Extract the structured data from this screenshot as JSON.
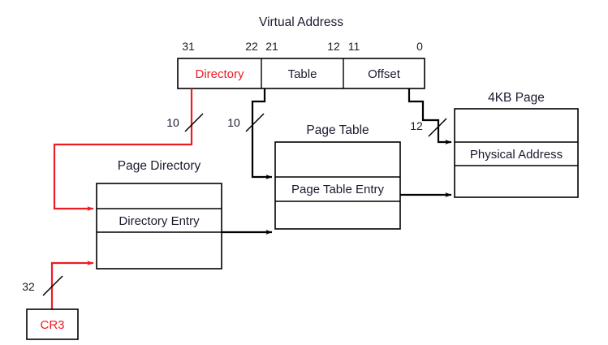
{
  "diagram": {
    "title": "Virtual Address",
    "colors": {
      "accent_red": "#ed1c24",
      "line_black": "#000000",
      "text": "#1a1a2e",
      "background": "#ffffff"
    },
    "virtual_address": {
      "title": "Virtual Address",
      "bit_labels": [
        "31",
        "22",
        "21",
        "12",
        "11",
        "0"
      ],
      "fields": [
        {
          "label": "Directory",
          "color": "#ed1c24",
          "bits_high": "31",
          "bits_low": "22"
        },
        {
          "label": "Table",
          "color": "#1a1a2e",
          "bits_high": "21",
          "bits_low": "12"
        },
        {
          "label": "Offset",
          "color": "#1a1a2e",
          "bits_high": "11",
          "bits_low": "0"
        }
      ]
    },
    "page_directory": {
      "title": "Page Directory",
      "rows": [
        "",
        "Directory Entry",
        ""
      ],
      "highlight_row_index": 1,
      "highlight_color": "#ed1c24"
    },
    "page_table": {
      "title": "Page Table",
      "rows": [
        "",
        "Page Table Entry",
        ""
      ],
      "highlight_row_index": 1,
      "highlight_color": "#1a1a2e"
    },
    "page_frame": {
      "title": "4KB Page",
      "rows": [
        "",
        "Physical Address",
        ""
      ],
      "highlight_row_index": 1,
      "highlight_color": "#1a1a2e"
    },
    "register": {
      "label": "CR3",
      "color": "#ed1c24"
    },
    "bus_widths": [
      {
        "value": "10",
        "from": "directory-field",
        "to": "page-directory"
      },
      {
        "value": "10",
        "from": "table-field",
        "to": "page-table"
      },
      {
        "value": "12",
        "from": "offset-field",
        "to": "page-frame"
      },
      {
        "value": "32",
        "from": "cr3-register",
        "to": "page-directory"
      }
    ]
  }
}
